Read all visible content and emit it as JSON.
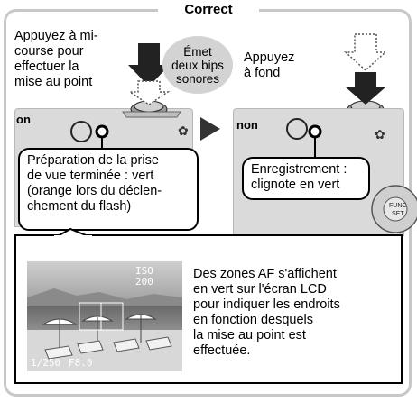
{
  "title": "Correct",
  "left_instruction": "Appuyez à mi-\ncourse pour\neffectuer la\nmise au point",
  "beeps_bubble": "Émet\ndeux bips\nsonores",
  "right_instruction": "Appuyez\nà fond",
  "ready_callout": "Préparation de la prise\nde vue terminée : vert\n(orange lors du déclen-\nchement du flash)",
  "recording_callout": "Enregistrement :\nclignote en vert",
  "lcd_description": "Des zones AF s'affichent\nen vert sur l'écran LCD\npour indiquer les endroits\nen fonction desquels\nla mise au point est\neffectuée.",
  "camera_brand_partial": "on",
  "camera_brand_partial_right": "non",
  "lcd_iso": "ISO\n200",
  "lcd_shutter": "1/250",
  "lcd_aperture": "F8.0",
  "func_button": "FUNC\nSET",
  "colors": {
    "frame_border": "#c8c8c8",
    "camera_body": "#dadada",
    "bubble": "#d3d3d3",
    "arrow": "#333333"
  }
}
